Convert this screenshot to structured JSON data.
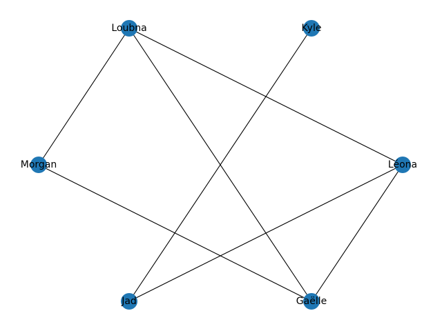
{
  "graph": {
    "node_color": "#1f77b4",
    "edge_color": "#000000",
    "nodes": [
      {
        "id": "loubna",
        "label": "Loubna"
      },
      {
        "id": "kyle",
        "label": "Kyle"
      },
      {
        "id": "morgan",
        "label": "Morgan"
      },
      {
        "id": "leona",
        "label": "Léona"
      },
      {
        "id": "jad",
        "label": "Jad"
      },
      {
        "id": "gaelle",
        "label": "Gaëlle"
      }
    ],
    "edges": [
      {
        "source": "loubna",
        "target": "morgan"
      },
      {
        "source": "loubna",
        "target": "gaelle"
      },
      {
        "source": "loubna",
        "target": "leona"
      },
      {
        "source": "kyle",
        "target": "jad"
      },
      {
        "source": "morgan",
        "target": "gaelle"
      },
      {
        "source": "leona",
        "target": "jad"
      },
      {
        "source": "leona",
        "target": "gaelle"
      }
    ]
  }
}
